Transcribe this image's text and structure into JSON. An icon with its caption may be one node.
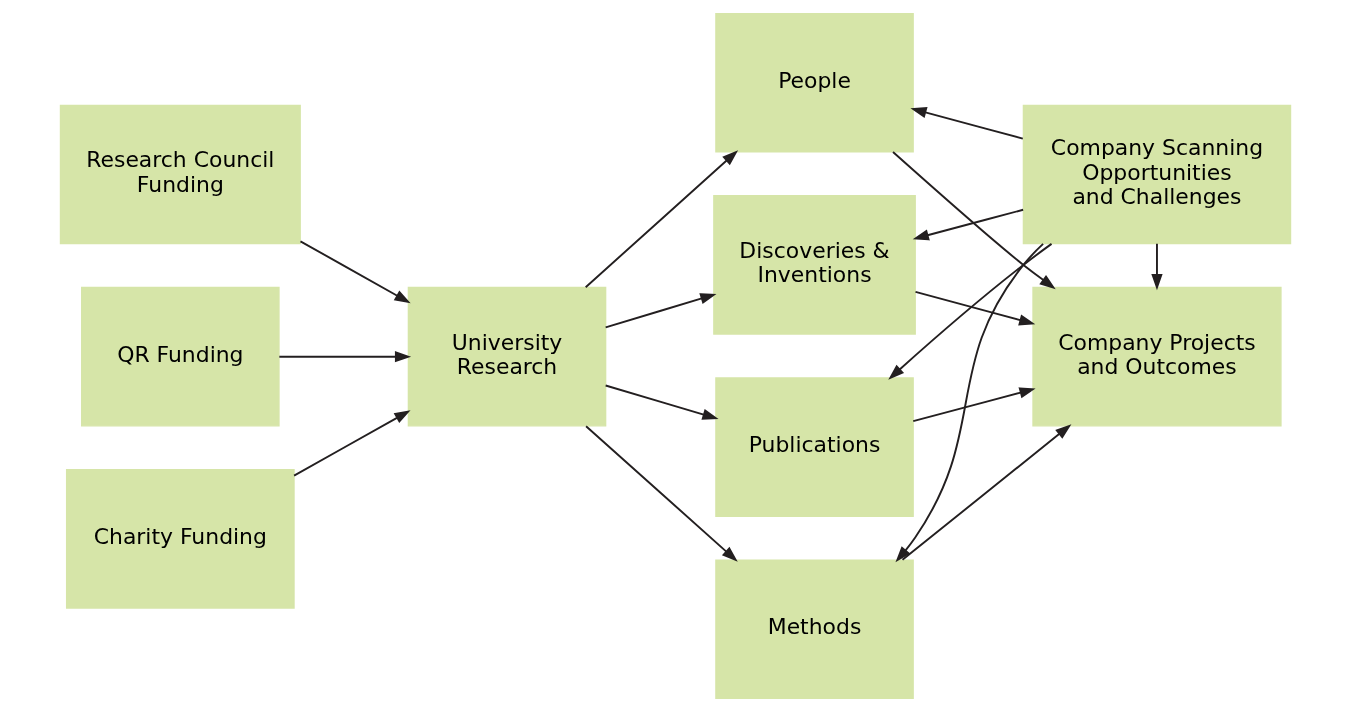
{
  "diagram": {
    "nodes": [
      {
        "text": [
          "Research Council Funding"
        ]
      },
      {
        "text": [
          "QR Funding"
        ]
      },
      {
        "text": [
          "Charity Funding"
        ]
      },
      {
        "text": [
          "University Research"
        ]
      },
      {
        "text": [
          "People"
        ]
      },
      {
        "text": [
          "Discoveries & Inventions"
        ]
      },
      {
        "text": [
          "Publications"
        ]
      },
      {
        "text": [
          "Methods"
        ]
      },
      {
        "text": [
          "Company Scanning Opportunities and Challenges"
        ]
      },
      {
        "text": [
          "Company Projects and Outcomes"
        ]
      }
    ],
    "edges": [
      {
        "from": 0,
        "to": 3,
        "arrow": "to"
      },
      {
        "from": 1,
        "to": 3,
        "arrow": "to"
      },
      {
        "from": 2,
        "to": 3,
        "arrow": "to"
      },
      {
        "from": 3,
        "to": 4,
        "arrow": "to"
      },
      {
        "from": 3,
        "to": 5,
        "arrow": "to"
      },
      {
        "from": 3,
        "to": 6,
        "arrow": "to"
      },
      {
        "from": 3,
        "to": 7,
        "arrow": "to"
      },
      {
        "from": 8,
        "to": 4,
        "arrow": "to"
      },
      {
        "from": 8,
        "to": 5,
        "arrow": "to"
      },
      {
        "from": 8,
        "to": 6,
        "arrow": "to"
      },
      {
        "from": 8,
        "to": 7,
        "arrow": "to"
      },
      {
        "from": 8,
        "to": 9,
        "arrow": "to"
      },
      {
        "from": 4,
        "to": 9,
        "arrow": "to"
      },
      {
        "from": 5,
        "to": 9,
        "arrow": "to"
      },
      {
        "from": 6,
        "to": 9,
        "arrow": "to"
      },
      {
        "from": 7,
        "to": 9,
        "arrow": "to"
      }
    ]
  }
}
